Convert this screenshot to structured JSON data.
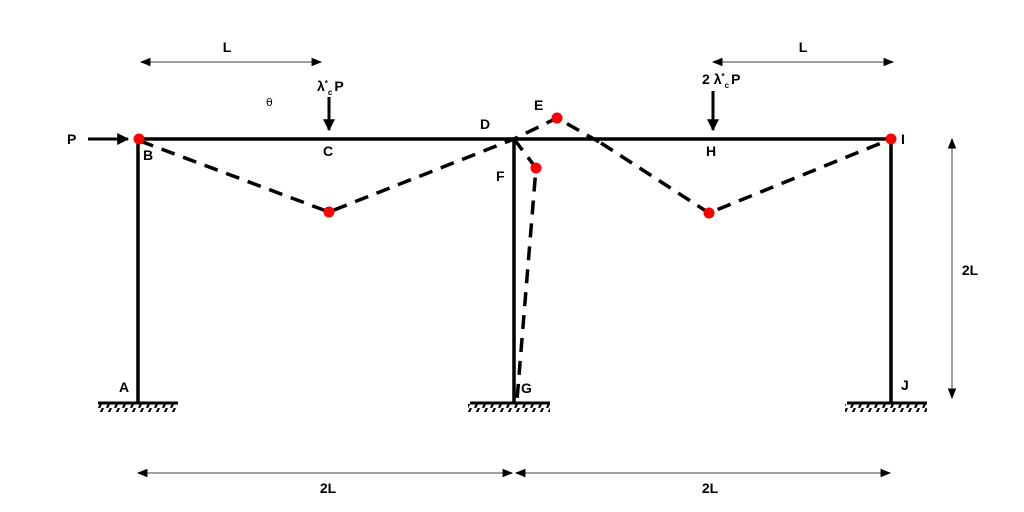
{
  "diagram": {
    "type": "portal-frame-collapse-mechanism",
    "nodes": {
      "A": "A",
      "B": "B",
      "C": "C",
      "D": "D",
      "E": "E",
      "F": "F",
      "G": "G",
      "H": "H",
      "I": "I",
      "J": "J"
    },
    "loads": {
      "horizontal": "P",
      "at_C": {
        "prefix": "",
        "lambda": "λ",
        "sup": "*",
        "sub": "c",
        "suffix": "P"
      },
      "at_H": {
        "prefix": "2 ",
        "lambda": "λ",
        "sup": "*",
        "sub": "c",
        "suffix": "P"
      }
    },
    "angle_label": "θ",
    "dimensions": {
      "top_left": "L",
      "top_right": "L",
      "right_height": "2L",
      "bottom_left": "2L",
      "bottom_right": "2L"
    },
    "colors": {
      "member": "#000000",
      "hinge": "#ff0000",
      "dimension": "#808080"
    }
  }
}
